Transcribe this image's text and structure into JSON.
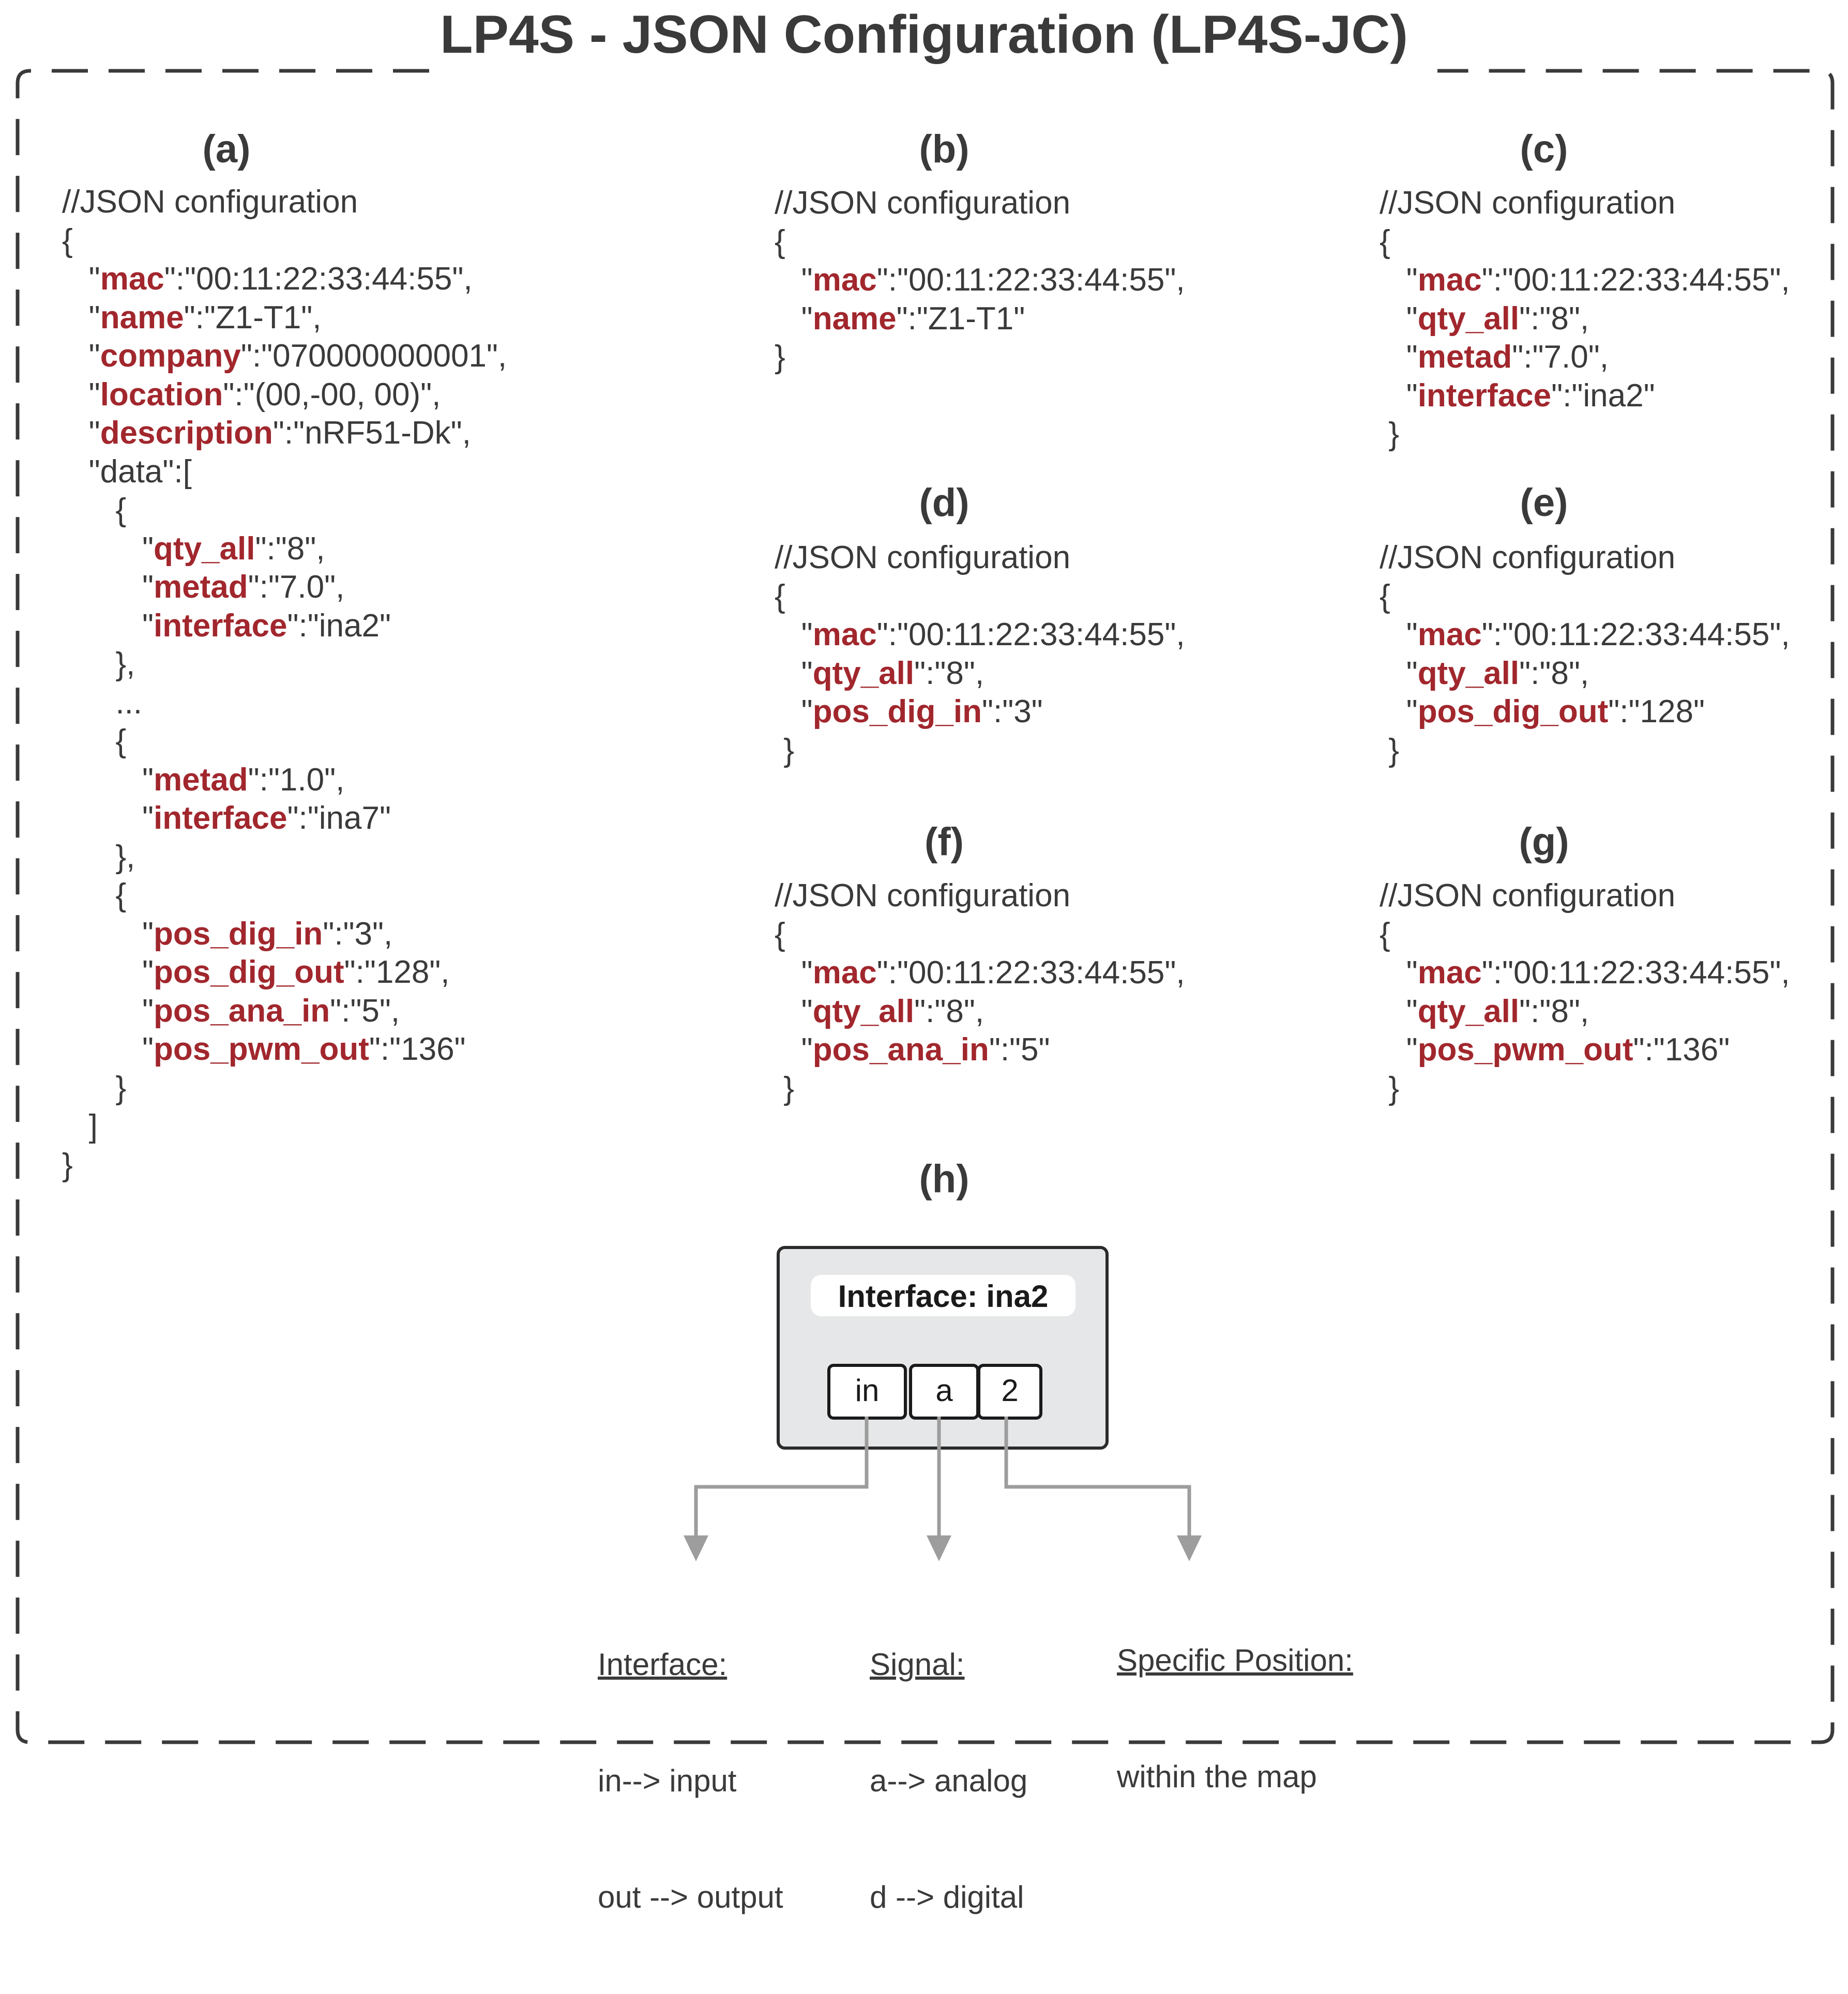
{
  "title": "LP4S - JSON Configuration  (LP4S-JC)",
  "panels": {
    "a": {
      "label": "(a)",
      "lines": [
        [
          {
            "t": "//JSON configuration"
          }
        ],
        [
          {
            "t": "{"
          }
        ],
        [
          {
            "t": "   \""
          },
          {
            "t": "mac",
            "k": true
          },
          {
            "t": "\":\"00:11:22:33:44:55\","
          }
        ],
        [
          {
            "t": "   \""
          },
          {
            "t": "name",
            "k": true
          },
          {
            "t": "\":\"Z1-T1\","
          }
        ],
        [
          {
            "t": "   \""
          },
          {
            "t": "company",
            "k": true
          },
          {
            "t": "\":\"070000000001\","
          }
        ],
        [
          {
            "t": "   \""
          },
          {
            "t": "location",
            "k": true
          },
          {
            "t": "\":\"(00,-00, 00)\","
          }
        ],
        [
          {
            "t": "   \""
          },
          {
            "t": "description",
            "k": true
          },
          {
            "t": "\":\"nRF51-Dk\","
          }
        ],
        [
          {
            "t": "   \"data\":["
          }
        ],
        [
          {
            "t": "      {"
          }
        ],
        [
          {
            "t": "         \""
          },
          {
            "t": "qty_all",
            "k": true
          },
          {
            "t": "\":\"8\","
          }
        ],
        [
          {
            "t": "         \""
          },
          {
            "t": "metad",
            "k": true
          },
          {
            "t": "\":\"7.0\","
          }
        ],
        [
          {
            "t": "         \""
          },
          {
            "t": "interface",
            "k": true
          },
          {
            "t": "\":\"ina2\""
          }
        ],
        [
          {
            "t": "      },"
          }
        ],
        [
          {
            "t": "      ..."
          }
        ],
        [
          {
            "t": "      {"
          }
        ],
        [
          {
            "t": "         \""
          },
          {
            "t": "metad",
            "k": true
          },
          {
            "t": "\":\"1.0\","
          }
        ],
        [
          {
            "t": "         \""
          },
          {
            "t": "interface",
            "k": true
          },
          {
            "t": "\":\"ina7\""
          }
        ],
        [
          {
            "t": "      },"
          }
        ],
        [
          {
            "t": "      {"
          }
        ],
        [
          {
            "t": "         \""
          },
          {
            "t": "pos_dig_in",
            "k": true
          },
          {
            "t": "\":\"3\","
          }
        ],
        [
          {
            "t": "         \""
          },
          {
            "t": "pos_dig_out",
            "k": true
          },
          {
            "t": "\":\"128\","
          }
        ],
        [
          {
            "t": "         \""
          },
          {
            "t": "pos_ana_in",
            "k": true
          },
          {
            "t": "\":\"5\","
          }
        ],
        [
          {
            "t": "         \""
          },
          {
            "t": "pos_pwm_out",
            "k": true
          },
          {
            "t": "\":\"136\""
          }
        ],
        [
          {
            "t": "      }"
          }
        ],
        [
          {
            "t": "   ]"
          }
        ],
        [
          {
            "t": "}"
          }
        ]
      ]
    },
    "b": {
      "label": "(b)",
      "lines": [
        [
          {
            "t": "//JSON configuration"
          }
        ],
        [
          {
            "t": "{"
          }
        ],
        [
          {
            "t": "   \""
          },
          {
            "t": "mac",
            "k": true
          },
          {
            "t": "\":\"00:11:22:33:44:55\","
          }
        ],
        [
          {
            "t": "   \""
          },
          {
            "t": "name",
            "k": true
          },
          {
            "t": "\":\"Z1-T1\""
          }
        ],
        [
          {
            "t": "}"
          }
        ]
      ]
    },
    "c": {
      "label": "(c)",
      "lines": [
        [
          {
            "t": "//JSON configuration"
          }
        ],
        [
          {
            "t": "{"
          }
        ],
        [
          {
            "t": "   \""
          },
          {
            "t": "mac",
            "k": true
          },
          {
            "t": "\":\"00:11:22:33:44:55\","
          }
        ],
        [
          {
            "t": "   \""
          },
          {
            "t": "qty_all",
            "k": true
          },
          {
            "t": "\":\"8\","
          }
        ],
        [
          {
            "t": "   \""
          },
          {
            "t": "metad",
            "k": true
          },
          {
            "t": "\":\"7.0\","
          }
        ],
        [
          {
            "t": "   \""
          },
          {
            "t": "interface",
            "k": true
          },
          {
            "t": "\":\"ina2\""
          }
        ],
        [
          {
            "t": " }"
          }
        ]
      ]
    },
    "d": {
      "label": "(d)",
      "lines": [
        [
          {
            "t": "//JSON configuration"
          }
        ],
        [
          {
            "t": "{"
          }
        ],
        [
          {
            "t": "   \""
          },
          {
            "t": "mac",
            "k": true
          },
          {
            "t": "\":\"00:11:22:33:44:55\","
          }
        ],
        [
          {
            "t": "   \""
          },
          {
            "t": "qty_all",
            "k": true
          },
          {
            "t": "\":\"8\","
          }
        ],
        [
          {
            "t": "   \""
          },
          {
            "t": "pos_dig_in",
            "k": true
          },
          {
            "t": "\":\"3\""
          }
        ],
        [
          {
            "t": " }"
          }
        ]
      ]
    },
    "e": {
      "label": "(e)",
      "lines": [
        [
          {
            "t": "//JSON configuration"
          }
        ],
        [
          {
            "t": "{"
          }
        ],
        [
          {
            "t": "   \""
          },
          {
            "t": "mac",
            "k": true
          },
          {
            "t": "\":\"00:11:22:33:44:55\","
          }
        ],
        [
          {
            "t": "   \""
          },
          {
            "t": "qty_all",
            "k": true
          },
          {
            "t": "\":\"8\","
          }
        ],
        [
          {
            "t": "   \""
          },
          {
            "t": "pos_dig_out",
            "k": true
          },
          {
            "t": "\":\"128\""
          }
        ],
        [
          {
            "t": " }"
          }
        ]
      ]
    },
    "f": {
      "label": "(f)",
      "lines": [
        [
          {
            "t": "//JSON configuration"
          }
        ],
        [
          {
            "t": "{"
          }
        ],
        [
          {
            "t": "   \""
          },
          {
            "t": "mac",
            "k": true
          },
          {
            "t": "\":\"00:11:22:33:44:55\","
          }
        ],
        [
          {
            "t": "   \""
          },
          {
            "t": "qty_all",
            "k": true
          },
          {
            "t": "\":\"8\","
          }
        ],
        [
          {
            "t": "   \""
          },
          {
            "t": "pos_ana_in",
            "k": true
          },
          {
            "t": "\":\"5\""
          }
        ],
        [
          {
            "t": " }"
          }
        ]
      ]
    },
    "g": {
      "label": "(g)",
      "lines": [
        [
          {
            "t": "//JSON configuration"
          }
        ],
        [
          {
            "t": "{"
          }
        ],
        [
          {
            "t": "   \""
          },
          {
            "t": "mac",
            "k": true
          },
          {
            "t": "\":\"00:11:22:33:44:55\","
          }
        ],
        [
          {
            "t": "   \""
          },
          {
            "t": "qty_all",
            "k": true
          },
          {
            "t": "\":\"8\","
          }
        ],
        [
          {
            "t": "   \""
          },
          {
            "t": "pos_pwm_out",
            "k": true
          },
          {
            "t": "\":\"136\""
          }
        ],
        [
          {
            "t": " }"
          }
        ]
      ]
    }
  },
  "diagram_h": {
    "label": "(h)",
    "box_title": "Interface: ina2",
    "segments": [
      "in",
      "a",
      "2"
    ],
    "legend": [
      {
        "heading": "Interface:",
        "lines": [
          "in--> input",
          "out --> output"
        ]
      },
      {
        "heading": "Signal:",
        "lines": [
          "a--> analog",
          "d --> digital"
        ]
      },
      {
        "heading": "Specific Position:",
        "lines": [
          "within the map"
        ]
      }
    ]
  },
  "colors": {
    "key": "#a1272d",
    "text": "#3a3a3a",
    "box_fill": "#e6e7e8",
    "arrow": "#9d9d9d"
  }
}
